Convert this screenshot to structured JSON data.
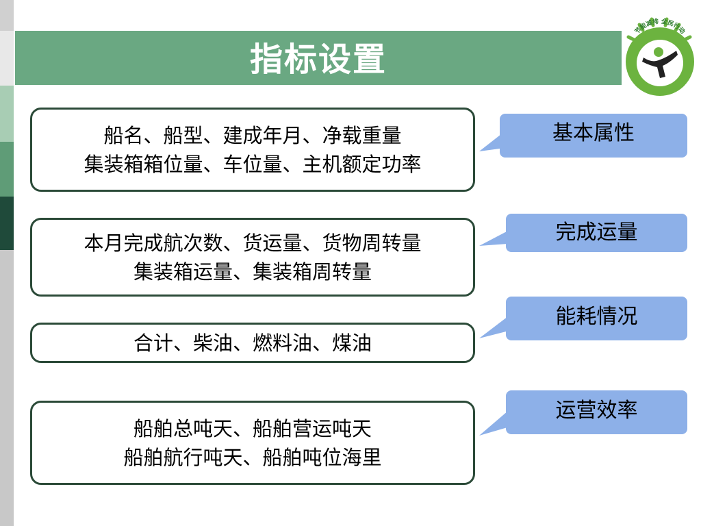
{
  "slide": {
    "title": "指标设置",
    "logo": {
      "arc_text": "节能减排  全民行动"
    },
    "sections": [
      {
        "lines": [
          "船名、船型、建成年月、净载重量",
          "集装箱箱位量、车位量、主机额定功率"
        ],
        "label": "基本属性"
      },
      {
        "lines": [
          "本月完成航次数、货运量、货物周转量",
          "集装箱运量、集装箱周转量"
        ],
        "label": "完成运量"
      },
      {
        "lines": [
          "合计、柴油、燃料油、煤油"
        ],
        "label": "能耗情况"
      },
      {
        "lines": [
          "船舶总吨天、船舶营运吨天",
          "船舶航行吨天、船舶吨位海里"
        ],
        "label": "运营效率"
      }
    ]
  },
  "colors": {
    "title_bar": "#6aa882",
    "box_border": "#2b4a38",
    "callout_fill": "#8db0e8",
    "logo_green": "#6cb33f"
  }
}
